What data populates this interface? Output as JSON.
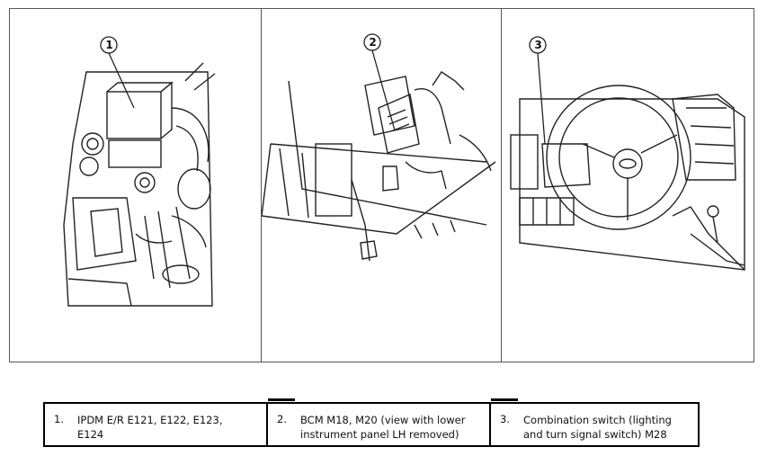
{
  "callouts": [
    "1",
    "2",
    "3"
  ],
  "legend": [
    {
      "num": "1.",
      "text_l1": "IPDM E/R E121, E122, E123,",
      "text_l2": "E124"
    },
    {
      "num": "2.",
      "text_l1": "BCM M18, M20 (view with lower",
      "text_l2": "instrument panel LH removed)"
    },
    {
      "num": "3.",
      "text_l1": "Combination switch (lighting",
      "text_l2": "and turn signal switch) M28"
    }
  ]
}
